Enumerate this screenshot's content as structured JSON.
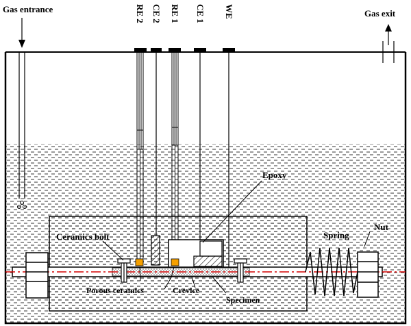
{
  "labels": {
    "gas_entrance": "Gas entrance",
    "gas_exit": "Gas exit",
    "re2": "RE 2",
    "ce2": "CE 2",
    "re1": "RE 1",
    "ce1": "CE 1",
    "we": "WE",
    "epoxy": "Epoxy",
    "ceramics_bolt": "Ceramics bolt",
    "spring": "Spring",
    "nut": "Nut",
    "porous_ceramics": "Porous ceramics",
    "crevice": "Crevice",
    "specimen": "Specimen"
  },
  "colors": {
    "line": "#000000",
    "centerline": "#d40000",
    "porous_ceramics": "#f5a000",
    "background": "#ffffff"
  }
}
